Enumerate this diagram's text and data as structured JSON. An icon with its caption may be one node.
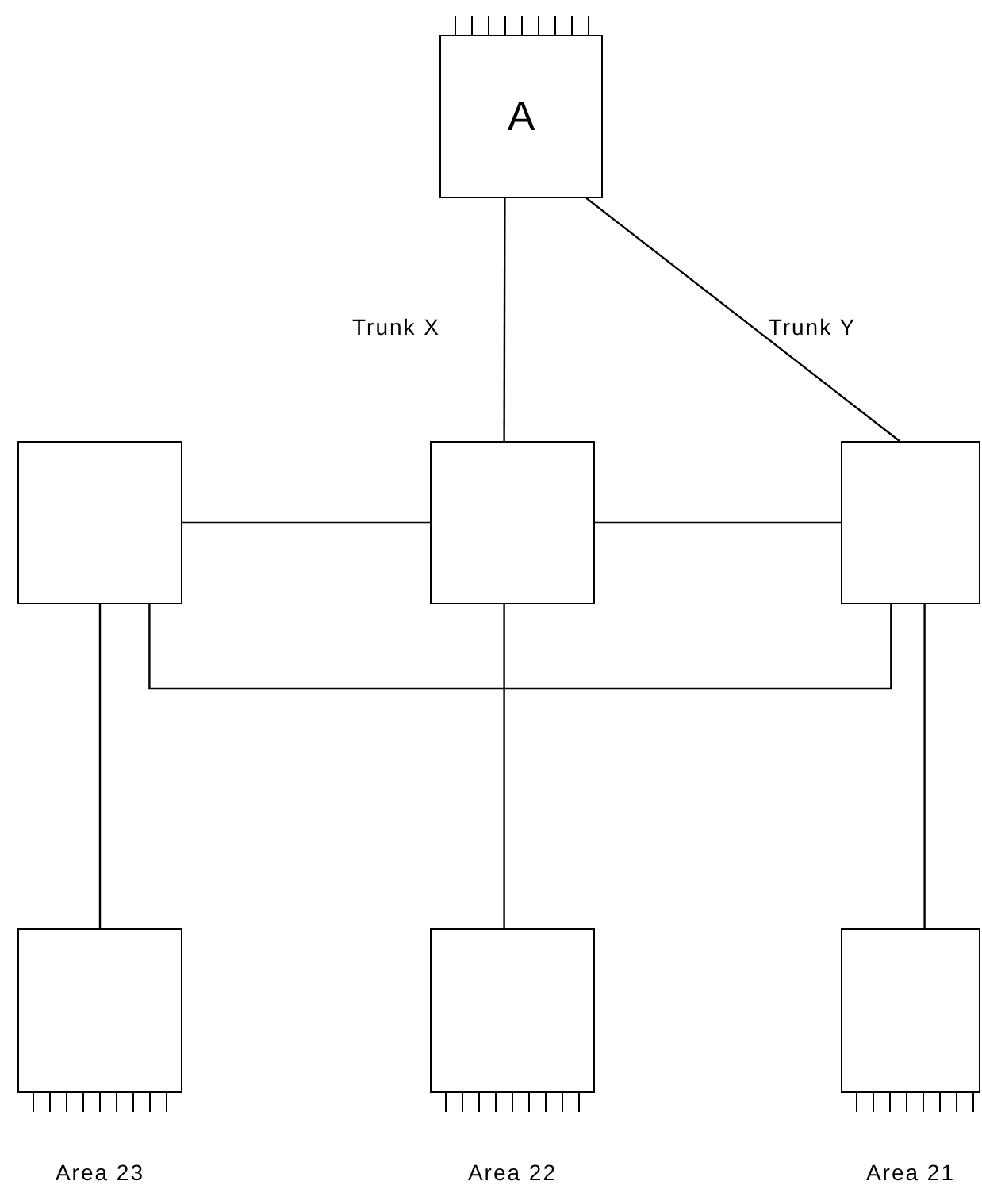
{
  "diagram": {
    "nodes": [
      {
        "text": [
          "A"
        ]
      },
      {
        "text": [],
        "shape": "box"
      },
      {
        "text": [],
        "shape": "box"
      },
      {
        "text": [],
        "shape": "box"
      },
      {
        "text": [],
        "shape": "box",
        "beside": [
          "Area 23"
        ]
      },
      {
        "text": [],
        "shape": "box",
        "beside": [
          "Area 22"
        ]
      },
      {
        "text": [],
        "shape": "box",
        "beside": [
          "Area 21"
        ]
      }
    ],
    "edges": [
      {
        "from": 0,
        "to": 2,
        "arrow": "none",
        "label": "Trunk X"
      },
      {
        "from": 0,
        "to": 3,
        "arrow": "none",
        "label": "Trunk Y"
      },
      {
        "from": 1,
        "to": 2,
        "arrow": "none"
      },
      {
        "from": 2,
        "to": 3,
        "arrow": "none"
      },
      {
        "from": 1,
        "to": 3,
        "arrow": "none"
      },
      {
        "from": 1,
        "to": 4,
        "arrow": "none"
      },
      {
        "from": 2,
        "to": 5,
        "arrow": "none"
      },
      {
        "from": 3,
        "to": 6,
        "arrow": "none"
      }
    ]
  }
}
